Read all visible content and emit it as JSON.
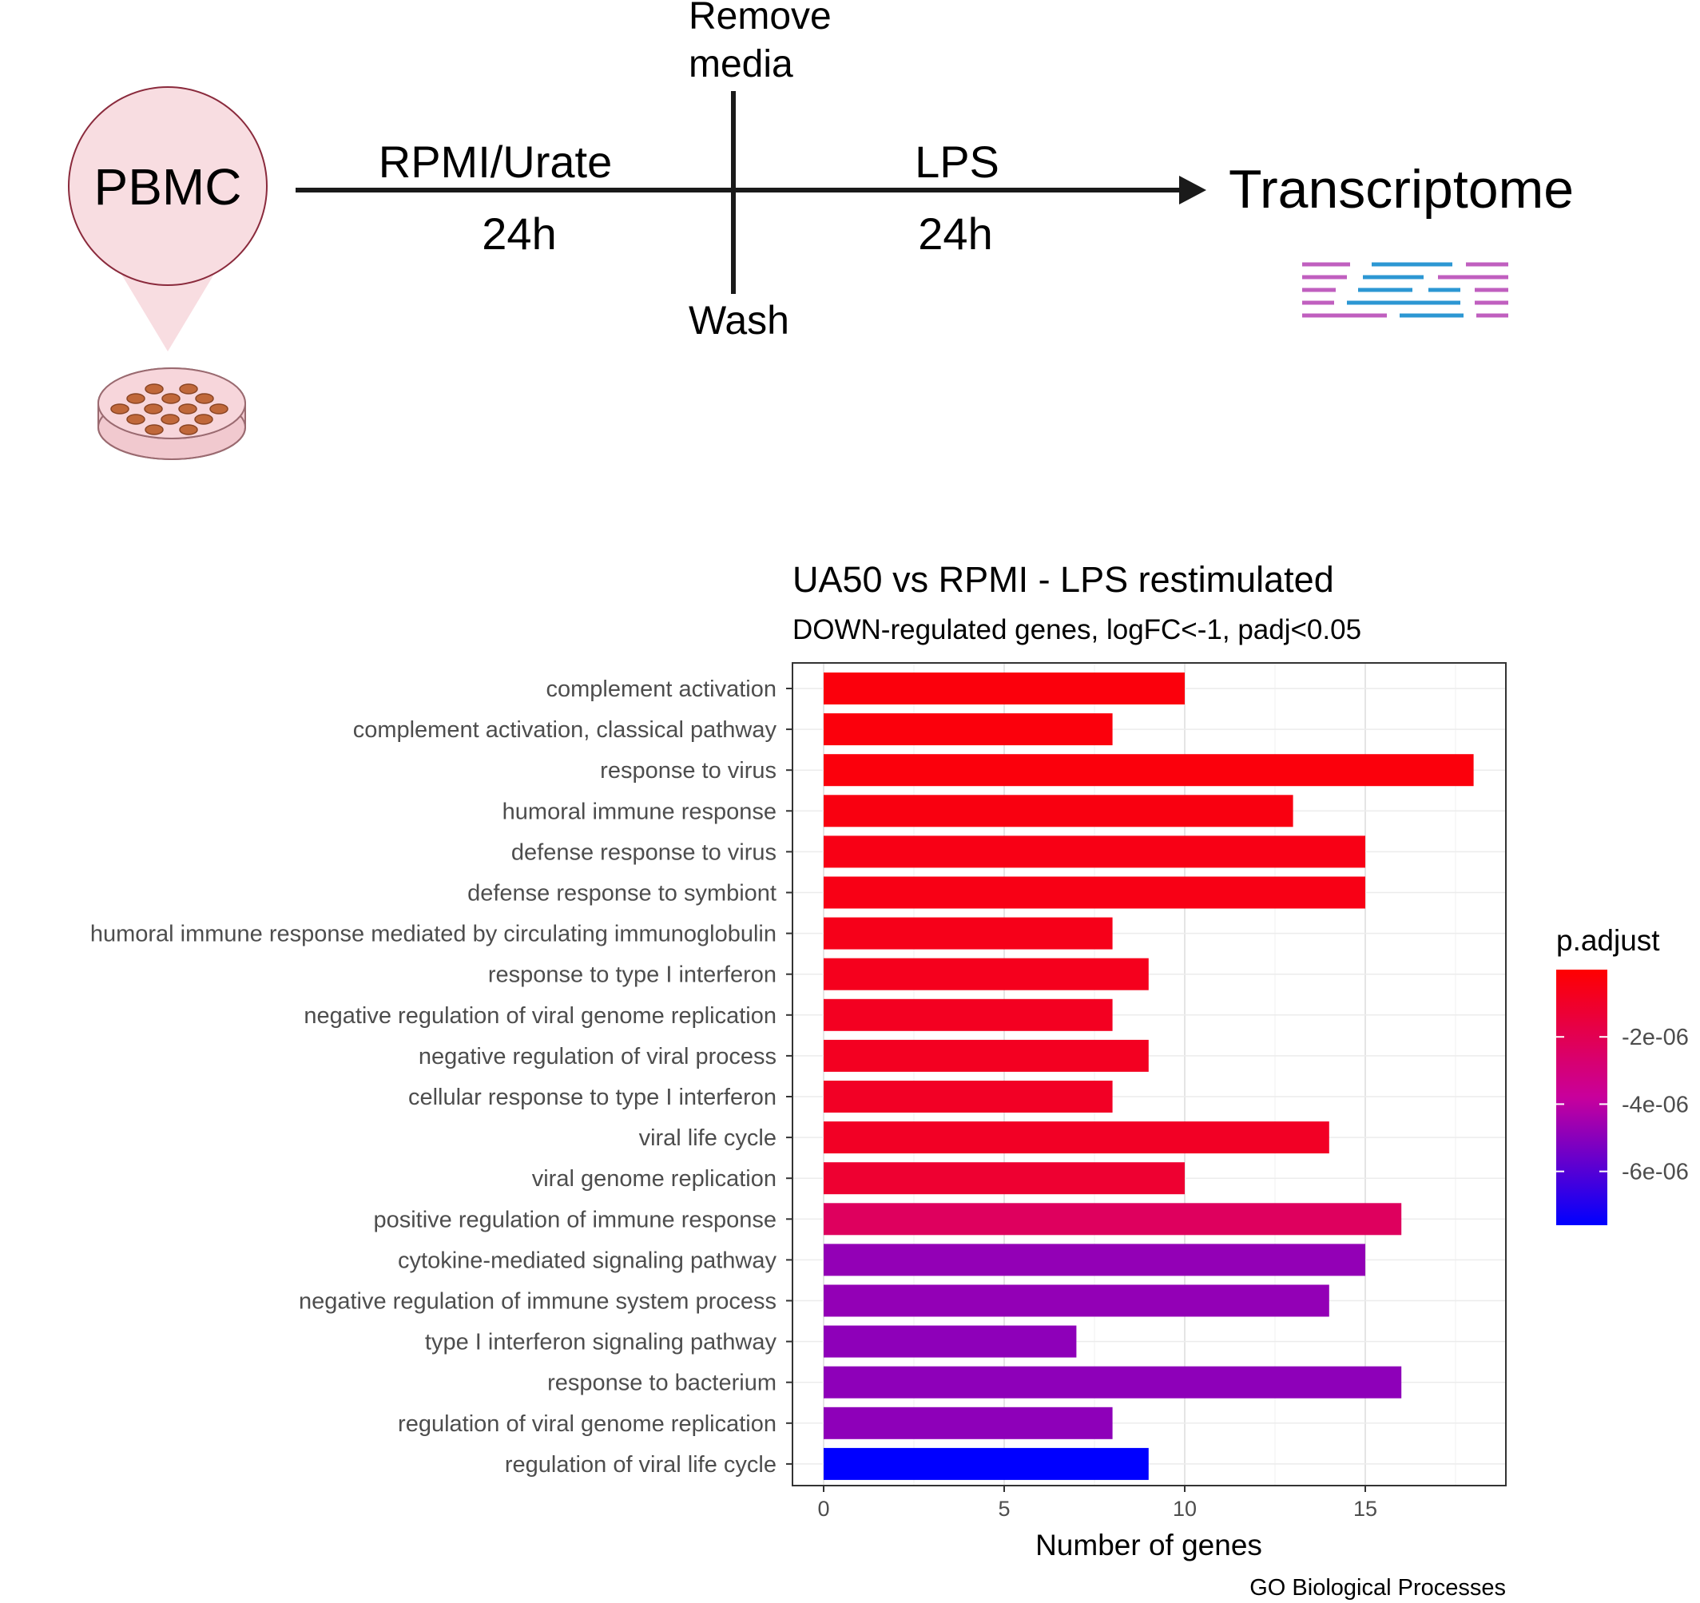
{
  "scheme": {
    "cells_label": "PBMC",
    "step1_treatment": "RPMI/Urate",
    "step1_duration": "24h",
    "remove_label": "Remove\nmedia",
    "wash_label": "Wash",
    "step2_treatment": "LPS",
    "step2_duration": "24h",
    "result_label": "Transcriptome",
    "icons": [
      "petri-dish-icon",
      "sequencing-reads-icon"
    ],
    "colors": {
      "cell_fill": "#f8dde1",
      "cell_stroke": "#8a2a3c",
      "reads_magenta": "#c05fbf",
      "reads_blue": "#2c97d3"
    }
  },
  "chart_data": {
    "type": "bar",
    "orientation": "horizontal",
    "title": "UA50 vs RPMI - LPS restimulated",
    "subtitle": "DOWN-regulated genes, logFC<-1, padj<0.05",
    "xlabel": "Number of genes",
    "caption": "GO Biological Processes",
    "xlim": [
      0,
      18.9
    ],
    "xticks": [
      0,
      5,
      10,
      15
    ],
    "grid": true,
    "categories": [
      "complement activation",
      "complement activation, classical pathway",
      "response to virus",
      "humoral immune response",
      "defense response to virus",
      "defense response to symbiont",
      "humoral immune response mediated by circulating immunoglobulin",
      "response to type I interferon",
      "negative regulation of viral genome replication",
      "negative regulation of viral process",
      "cellular response to type I interferon",
      "viral life cycle",
      "viral genome replication",
      "positive regulation of immune response",
      "cytokine-mediated signaling pathway",
      "negative regulation of immune system process",
      "type I interferon signaling pathway",
      "response to bacterium",
      "regulation of viral genome replication",
      "regulation of viral life cycle"
    ],
    "values": [
      10,
      8,
      18,
      13,
      15,
      15,
      8,
      9,
      8,
      9,
      8,
      14,
      10,
      16,
      15,
      14,
      7,
      16,
      8,
      9
    ],
    "p_adjust": [
      -3e-07,
      -3e-07,
      -3e-07,
      -4e-07,
      -5e-07,
      -5e-07,
      -6e-07,
      -7e-07,
      -8e-07,
      -8e-07,
      -9e-07,
      -9e-07,
      -1.2e-06,
      -2.3e-06,
      -4.8e-06,
      -4.8e-06,
      -4.9e-06,
      -4.9e-06,
      -4.9e-06,
      -7.6e-06
    ],
    "legend": {
      "title": "p.adjust",
      "position": "right",
      "range": [
        -7.6e-06,
        0
      ],
      "ticks": [
        -2e-06,
        -4e-06,
        -6e-06
      ],
      "tick_labels": [
        "-2e-06",
        "-4e-06",
        "-6e-06"
      ],
      "colors": {
        "high": "#ff0000",
        "low": "#0000ff"
      }
    }
  }
}
